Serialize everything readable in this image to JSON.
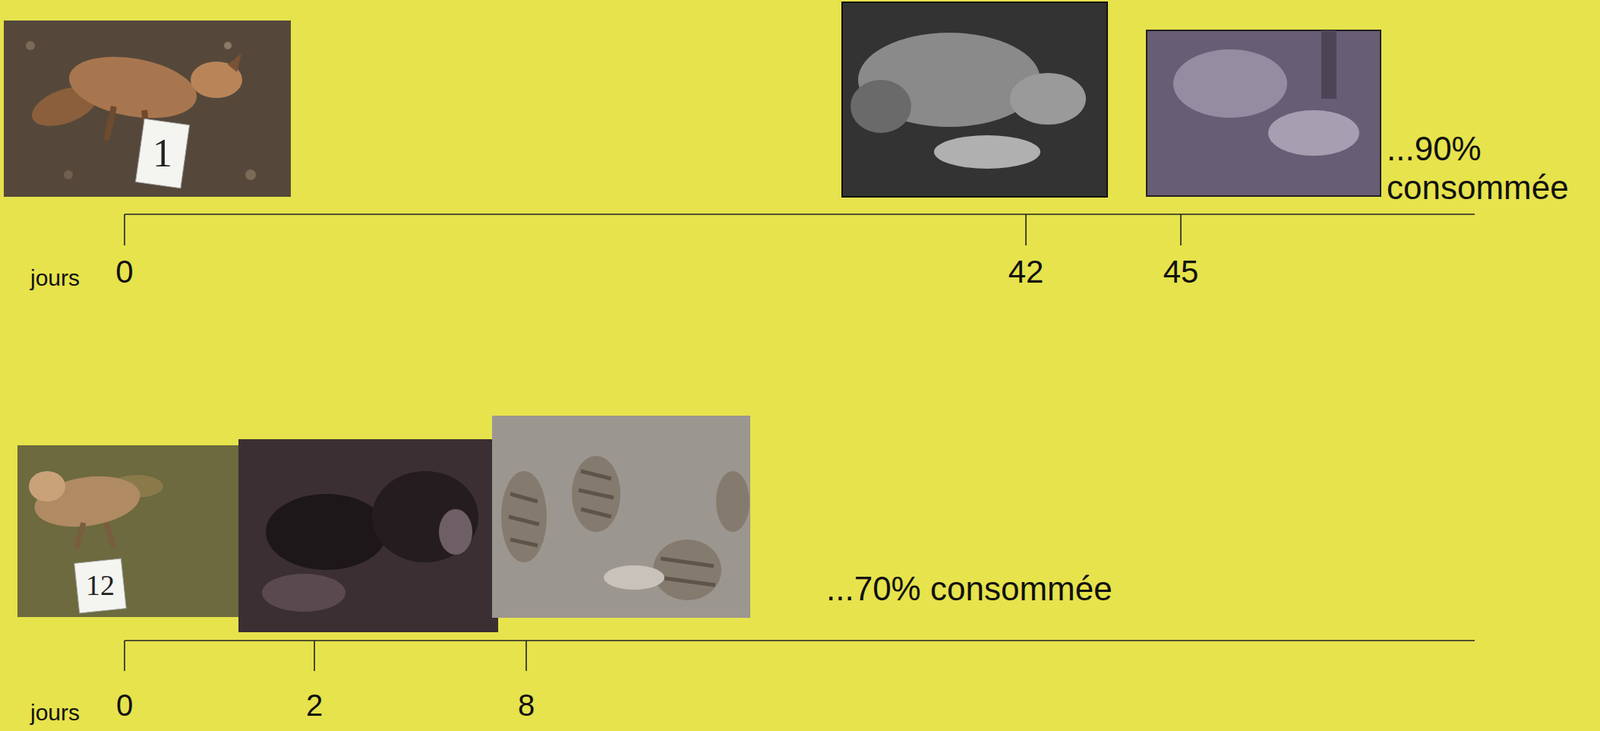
{
  "diagram": {
    "labels": [
      "1",
      "jours",
      "0",
      "42",
      "45",
      "...90% consommée",
      "12",
      "jours",
      "0",
      "2",
      "8",
      "...70% consommée"
    ]
  }
}
